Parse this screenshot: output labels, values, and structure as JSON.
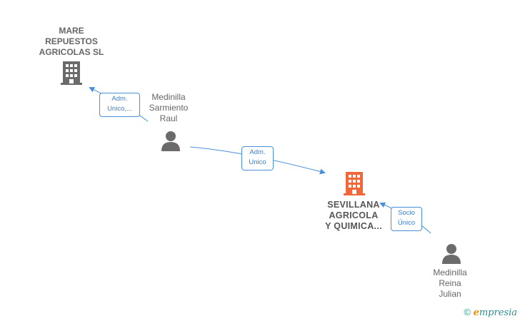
{
  "nodes": {
    "mare": {
      "label": "MARE\nREPUESTOS\nAGRICOLAS SL",
      "icon": "building-icon",
      "color": "#6b6b6b"
    },
    "sarmiento": {
      "label": "Medinilla\nSarmiento\nRaul",
      "icon": "person-icon",
      "color": "#6b6b6b"
    },
    "sevillana": {
      "label": "SEVILLANA\nAGRICOLA\nY QUIMICA...",
      "icon": "building-icon",
      "color": "#f2673a"
    },
    "reina": {
      "label": "Medinilla\nReina\nJulian",
      "icon": "person-icon",
      "color": "#6b6b6b"
    }
  },
  "edges": [
    {
      "from": "sarmiento",
      "to": "mare",
      "label": "Adm.\nUnico,..."
    },
    {
      "from": "sarmiento",
      "to": "sevillana",
      "label": "Adm.\nUnico"
    },
    {
      "from": "reina",
      "to": "sevillana",
      "label": "Socio\nÚnico"
    }
  ],
  "colors": {
    "edge": "#4a90d9"
  },
  "footer": {
    "copyright": "©",
    "brand_first": "e",
    "brand_rest": "mpresia"
  }
}
